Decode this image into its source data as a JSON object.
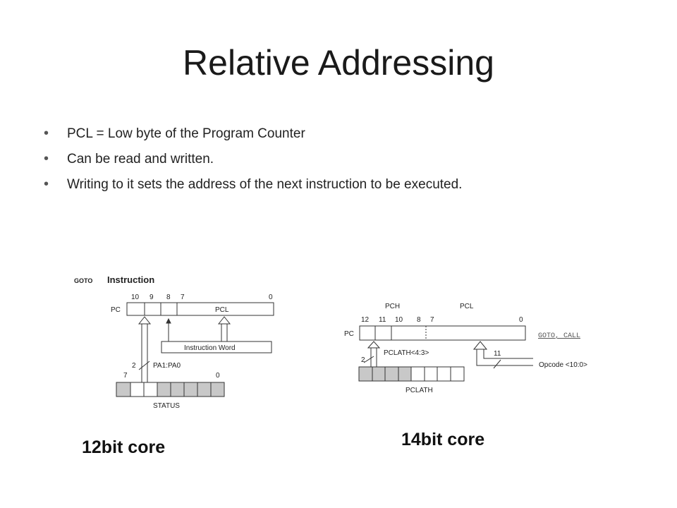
{
  "slide": {
    "title": "Relative Addressing",
    "bullets": [
      "PCL = Low byte of the Program Counter",
      "Can be read and written.",
      "Writing to it sets the address of the next instruction to be executed."
    ]
  },
  "diagram_12bit": {
    "heading_op": "GOTO",
    "heading": "Instruction",
    "bit_labels": [
      "10",
      "9",
      "8",
      "7",
      "0"
    ],
    "pc_label": "PC",
    "pcl_label": "PCL",
    "instr_word": "Instruction Word",
    "pa_label": "PA1:PA0",
    "bus_width": "2",
    "status_bits": [
      "7",
      "0"
    ],
    "status_label": "STATUS",
    "caption": "12bit core"
  },
  "diagram_14bit": {
    "pch_label": "PCH",
    "pcl_label": "PCL",
    "bit_labels": [
      "12",
      "11",
      "10",
      "8",
      "7",
      "0"
    ],
    "pc_label": "PC",
    "goto_call": "GOTO, CALL",
    "pclath_bits": "PCLATH<4:3>",
    "bus_width_left": "2",
    "bus_width_right": "11",
    "opcode": "Opcode <10:0>",
    "pclath_label": "PCLATH",
    "caption": "14bit core"
  }
}
